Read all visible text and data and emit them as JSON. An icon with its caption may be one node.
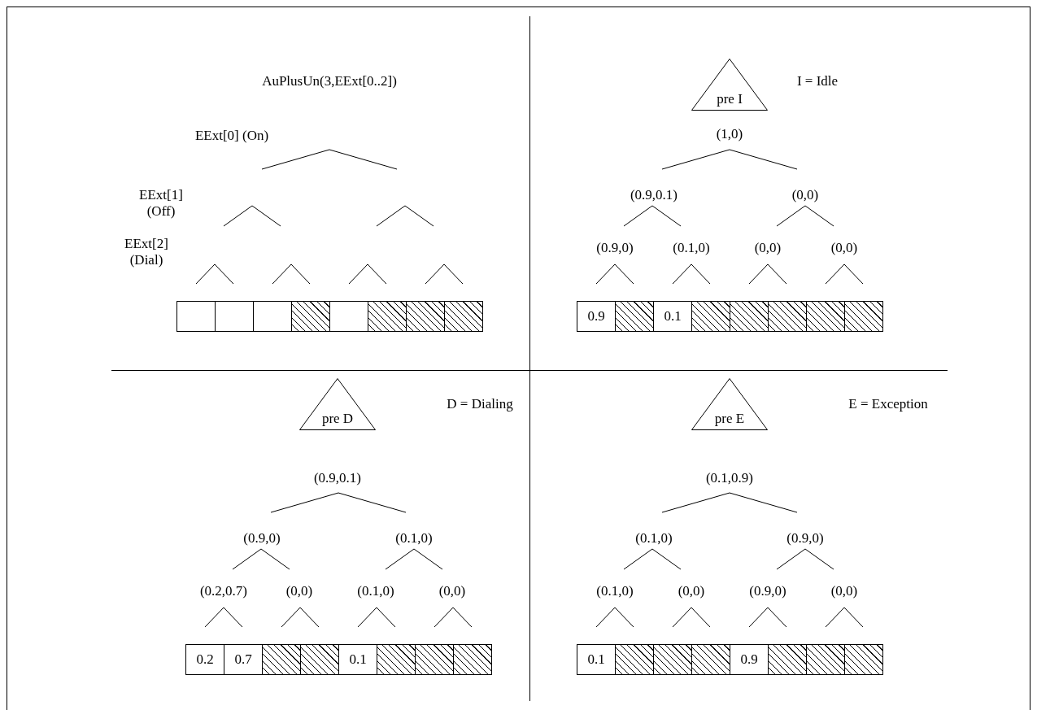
{
  "diagram": {
    "nodes": [
      {
        "text": [],
        "shape": "box"
      },
      {
        "text": [],
        "shape": "box"
      },
      {
        "text": [],
        "shape": "box"
      },
      {
        "text": [],
        "shape": "hatched"
      },
      {
        "text": [],
        "shape": "box"
      },
      {
        "text": [],
        "shape": "hatched"
      },
      {
        "text": [],
        "shape": "hatched"
      },
      {
        "text": [],
        "shape": "hatched"
      },
      {
        "text": [
          "pre I"
        ]
      },
      {
        "text": [
          "0.9"
        ]
      },
      {
        "text": [],
        "shape": "hatched"
      },
      {
        "text": [
          "0.1"
        ]
      },
      {
        "text": [],
        "shape": "hatched"
      },
      {
        "text": [],
        "shape": "hatched"
      },
      {
        "text": [],
        "shape": "hatched"
      },
      {
        "text": [],
        "shape": "hatched"
      },
      {
        "text": [],
        "shape": "hatched"
      },
      {
        "text": [
          "pre D"
        ]
      },
      {
        "text": [
          "0.2"
        ]
      },
      {
        "text": [
          "0.7"
        ]
      },
      {
        "text": [],
        "shape": "hatched"
      },
      {
        "text": [],
        "shape": "hatched"
      },
      {
        "text": [
          "0.1"
        ]
      },
      {
        "text": [],
        "shape": "hatched"
      },
      {
        "text": [],
        "shape": "hatched"
      },
      {
        "text": [],
        "shape": "hatched"
      },
      {
        "text": [
          "pre E"
        ]
      },
      {
        "text": [
          "0.1"
        ]
      },
      {
        "text": [],
        "shape": "hatched"
      },
      {
        "text": [],
        "shape": "hatched"
      },
      {
        "text": [],
        "shape": "hatched"
      },
      {
        "text": [
          "0.9"
        ]
      },
      {
        "text": [],
        "shape": "hatched"
      },
      {
        "text": [],
        "shape": "hatched"
      },
      {
        "text": [],
        "shape": "hatched"
      }
    ],
    "labels": [
      "AuPlusUn(3,EExt[0..2])",
      "EExt[0] (On)",
      "EExt[1] (Off)",
      "EExt[2] (Dial)",
      "I = Idle",
      "(1,0)",
      "(0.9,0.1)",
      "(0,0)",
      "(0.9,0)",
      "(0.1,0)",
      "(0,0)",
      "(0,0)",
      "D = Dialing",
      "(0.9,0.1)",
      "(0.9,0)",
      "(0.1,0)",
      "(0.2,0.7)",
      "(0,0)",
      "(0.1,0)",
      "(0,0)",
      "E = Exception",
      "(0.1,0.9)",
      "(0.1,0)",
      "(0.9,0)",
      "(0.1,0)",
      "(0,0)",
      "(0.9,0)",
      "(0,0)"
    ]
  }
}
